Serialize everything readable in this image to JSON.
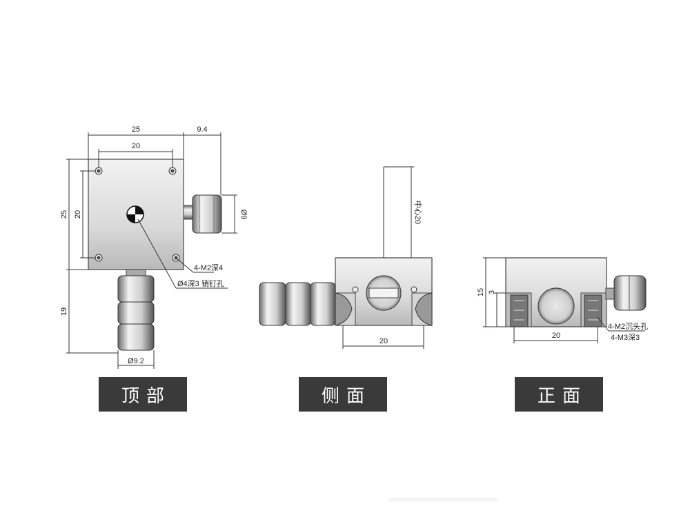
{
  "views": {
    "top": {
      "label": "顶部",
      "dims": {
        "width_outer": "25",
        "width_inner": "20",
        "knob_offset": "9.4",
        "height_outer": "25",
        "height_inner": "20",
        "knob_dia": "Ø9",
        "stem_len": "19",
        "stem_dia": "Ø9.2"
      },
      "callouts": {
        "screw": "4-M2深4",
        "pin": "Ø4深3 销钉孔"
      }
    },
    "side": {
      "label": "侧面",
      "dims": {
        "center": "中心20",
        "width": "20"
      }
    },
    "front": {
      "label": "正面",
      "dims": {
        "height": "15",
        "depth": "3",
        "width": "20"
      },
      "callouts": {
        "counterbore": "4-M2沉头孔",
        "thread": "4-M3深3"
      }
    }
  },
  "colors": {
    "label_bg": "#3a3a3a",
    "label_fg": "#ffffff",
    "metal_light": "#e9e9e9",
    "metal_mid": "#bdbdbd",
    "metal_dark": "#555555"
  }
}
